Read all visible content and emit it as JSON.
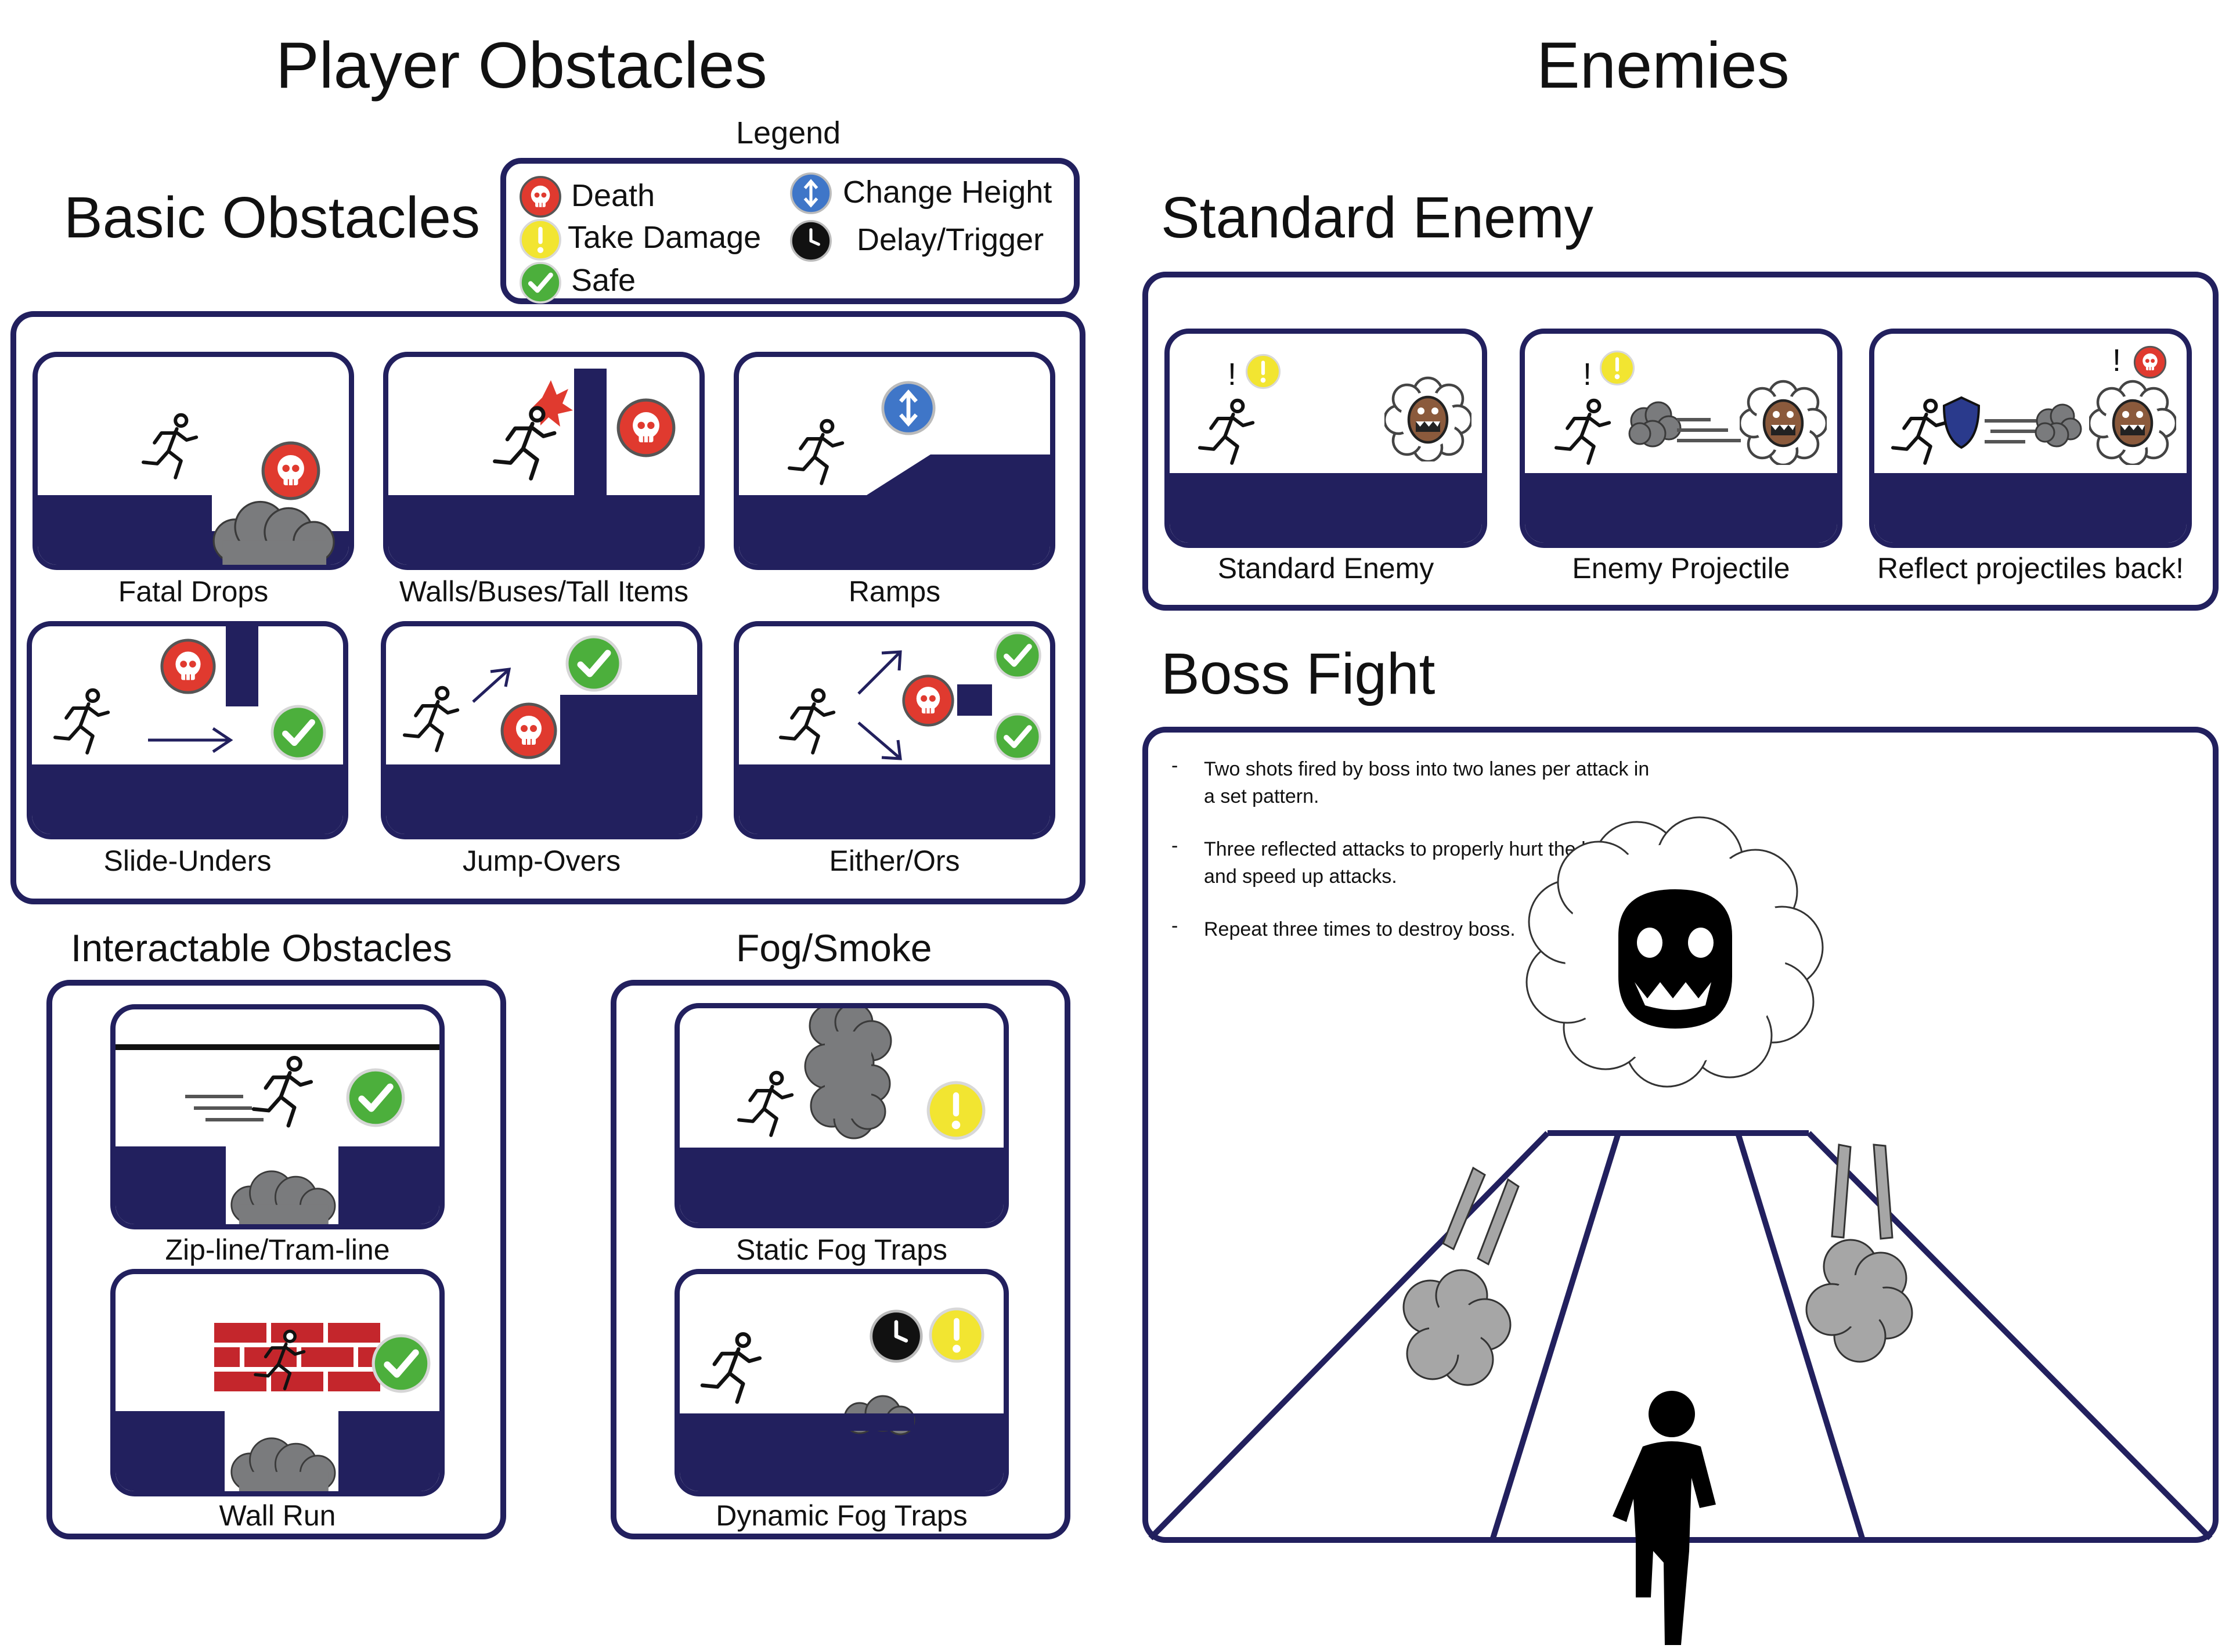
{
  "titles": {
    "player_obstacles": "Player Obstacles",
    "enemies": "Enemies",
    "basic_obstacles": "Basic Obstacles",
    "interactable_obstacles": "Interactable Obstacles",
    "fog_smoke": "Fog/Smoke",
    "standard_enemy": "Standard Enemy",
    "boss_fight": "Boss Fight"
  },
  "legend": {
    "title": "Legend",
    "items": [
      {
        "icon": "skull-icon",
        "label": "Death",
        "color": "#e03a2f"
      },
      {
        "icon": "exclamation-icon",
        "label": "Take Damage",
        "color": "#f2e531"
      },
      {
        "icon": "check-icon",
        "label": "Safe",
        "color": "#4caf3c"
      },
      {
        "icon": "up-down-arrow-icon",
        "label": "Change Height",
        "color": "#3f76c8"
      },
      {
        "icon": "clock-icon",
        "label": "Delay/Trigger",
        "color": "#111111"
      }
    ]
  },
  "basic_obstacles": [
    {
      "label": "Fatal Drops",
      "icon": "skull-icon"
    },
    {
      "label": "Walls/Buses/Tall Items",
      "icon": "skull-icon"
    },
    {
      "label": "Ramps",
      "icon": "up-down-arrow-icon"
    },
    {
      "label": "Slide-Unders",
      "icon": "check-icon"
    },
    {
      "label": "Jump-Overs",
      "icon": "check-icon"
    },
    {
      "label": "Either/Ors",
      "icon": "check-icon"
    }
  ],
  "interactable_obstacles": [
    {
      "label": "Zip-line/Tram-line",
      "icon": "check-icon"
    },
    {
      "label": "Wall Run",
      "icon": "check-icon"
    }
  ],
  "fog_smoke": [
    {
      "label": "Static Fog Traps",
      "icon": "exclamation-icon"
    },
    {
      "label": "Dynamic Fog Traps",
      "icon": "clock-icon"
    }
  ],
  "standard_enemy_panels": [
    {
      "label": "Standard Enemy"
    },
    {
      "label": "Enemy Projectile"
    },
    {
      "label": "Reflect projectiles back!"
    }
  ],
  "boss_notes": [
    "Two shots fired by boss into two lanes per attack in a set pattern.",
    "Three reflected attacks to properly hurt the boss  and speed up attacks.",
    "Repeat three times to destroy boss."
  ],
  "colors": {
    "navy": "#22205e",
    "smoke": "#7a7b7d",
    "brick": "#c4262c",
    "death": "#e03a2f",
    "damage": "#f2e531",
    "safe": "#4caf3c",
    "height": "#3f76c8"
  }
}
